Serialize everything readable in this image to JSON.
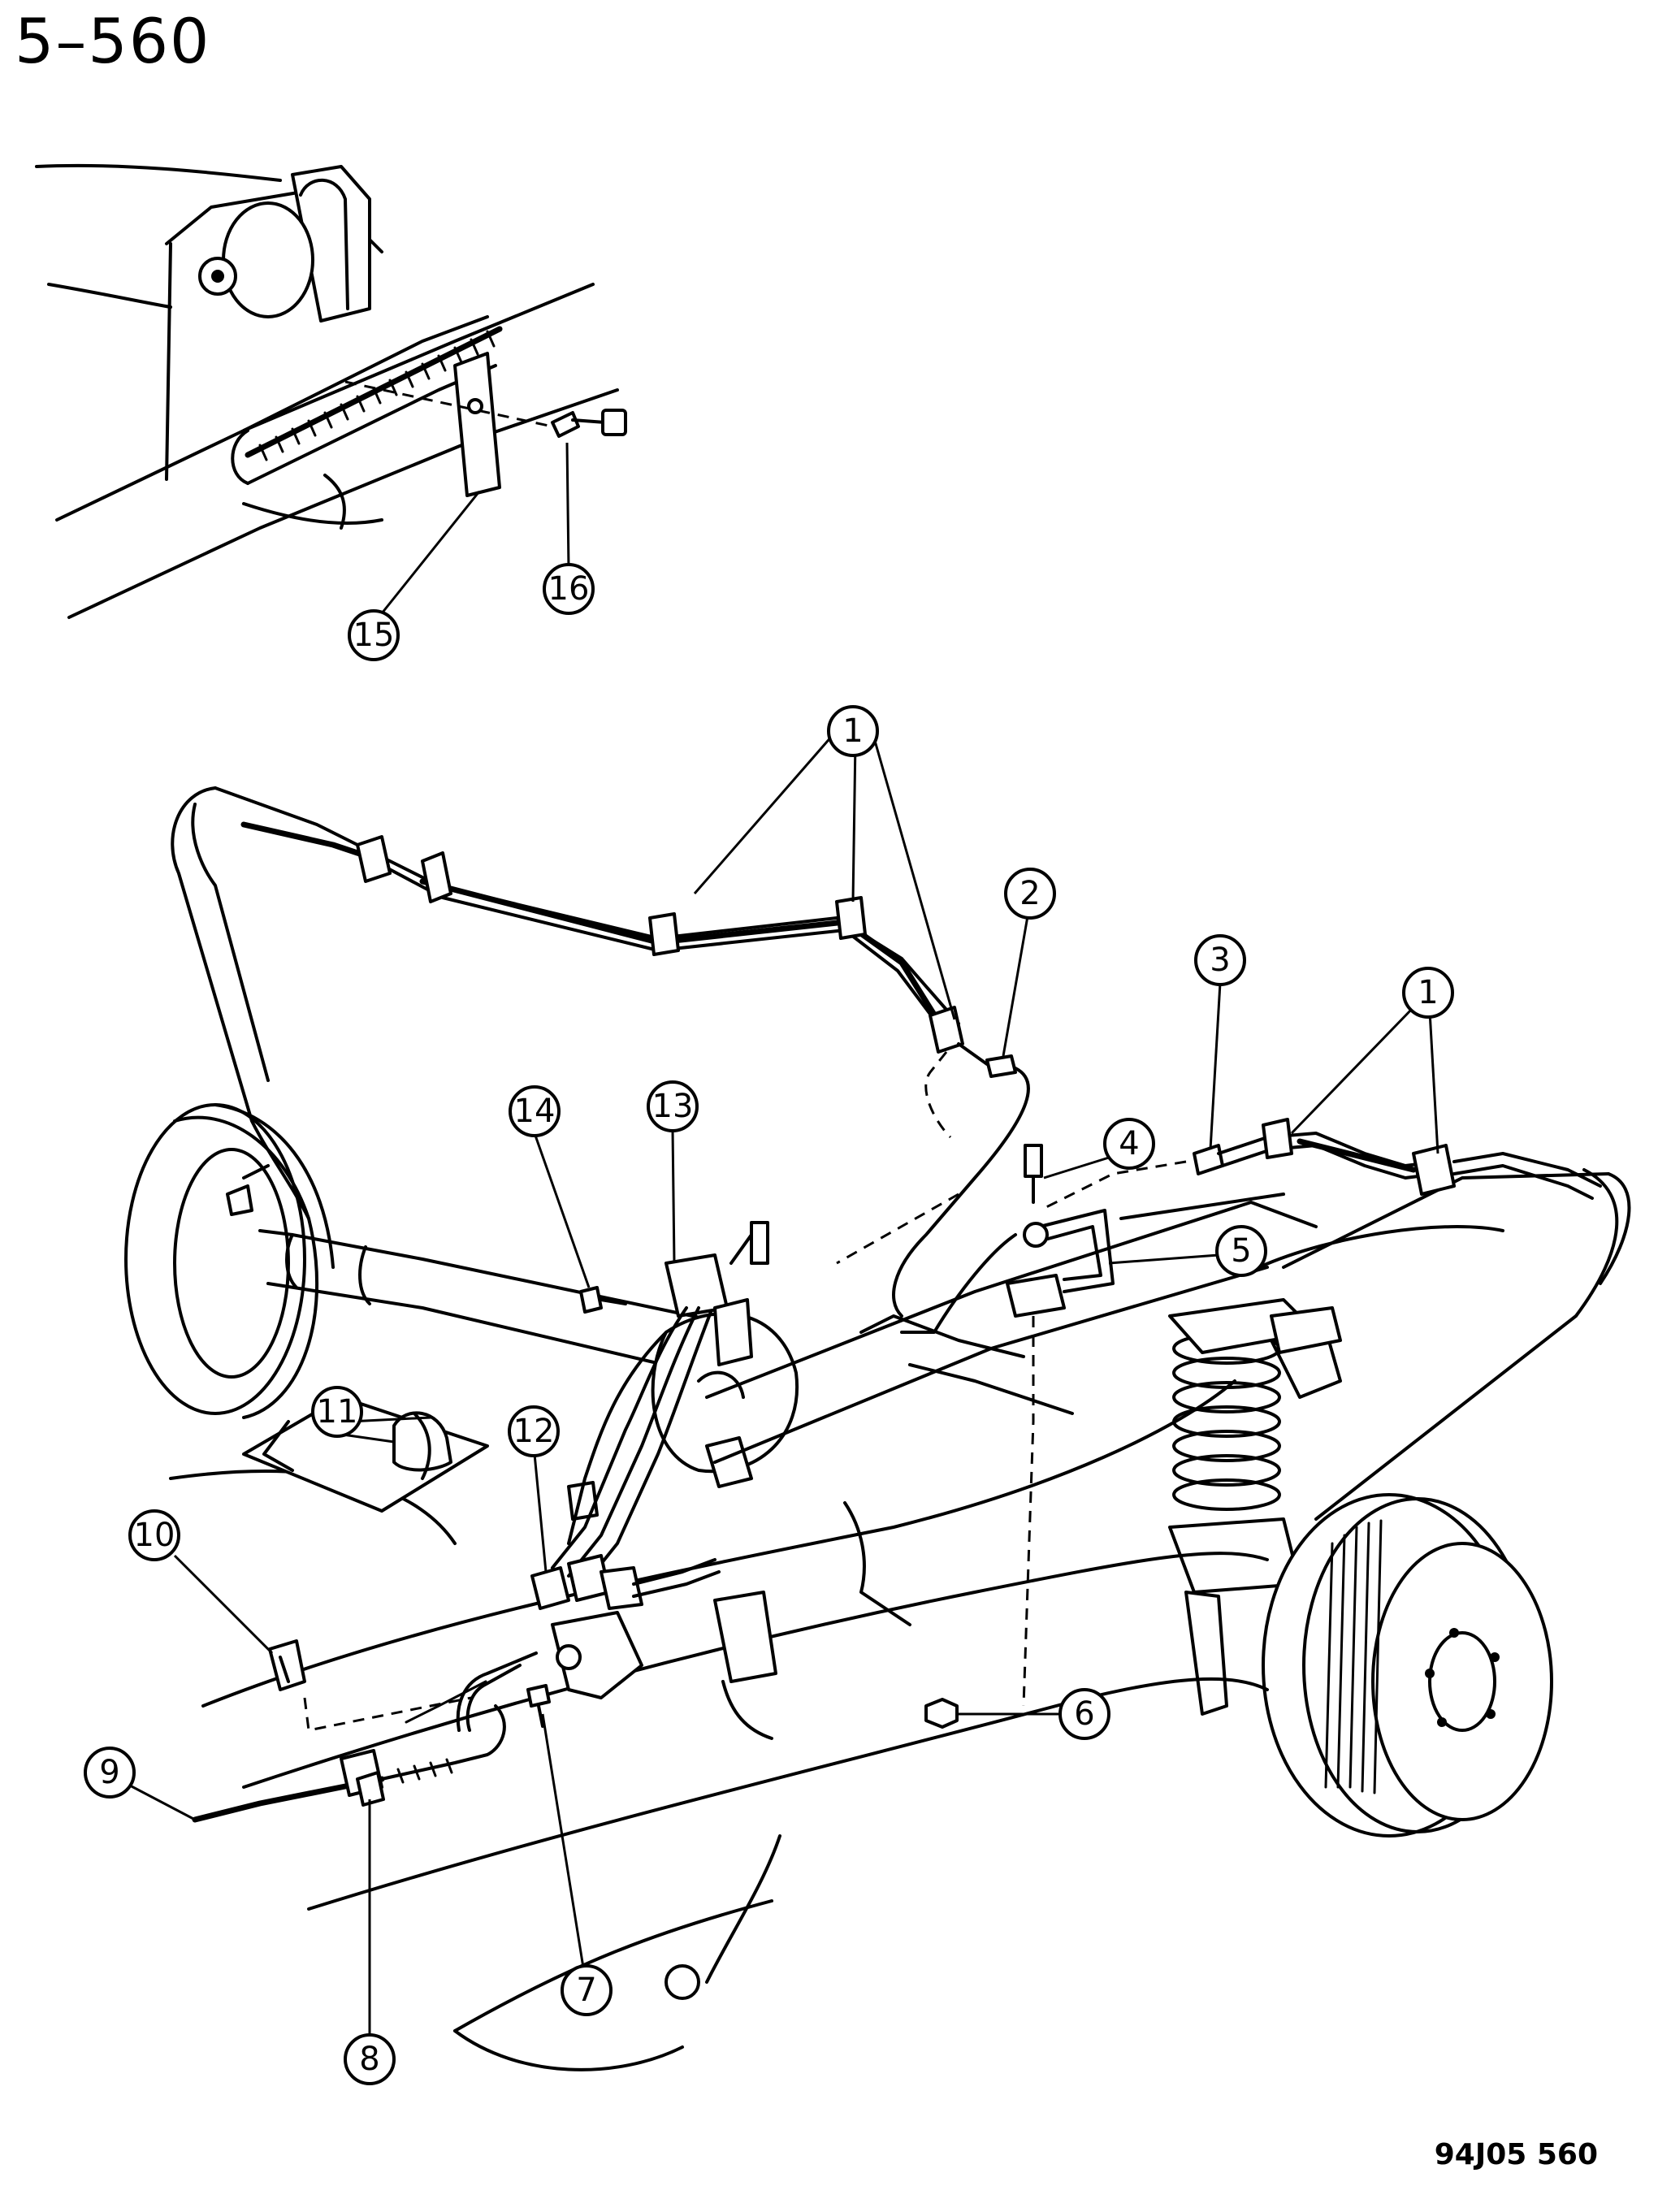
{
  "page": {
    "title": "5–560",
    "figure_code": "94J05 560"
  },
  "callouts": [
    {
      "id": "callout-1",
      "label": "1"
    },
    {
      "id": "callout-1b",
      "label": "1"
    },
    {
      "id": "callout-2",
      "label": "2"
    },
    {
      "id": "callout-3",
      "label": "3"
    },
    {
      "id": "callout-4",
      "label": "4"
    },
    {
      "id": "callout-5",
      "label": "5"
    },
    {
      "id": "callout-6",
      "label": "6"
    },
    {
      "id": "callout-7",
      "label": "7"
    },
    {
      "id": "callout-8",
      "label": "8"
    },
    {
      "id": "callout-9",
      "label": "9"
    },
    {
      "id": "callout-10",
      "label": "10"
    },
    {
      "id": "callout-11",
      "label": "11"
    },
    {
      "id": "callout-12",
      "label": "12"
    },
    {
      "id": "callout-13",
      "label": "13"
    },
    {
      "id": "callout-14",
      "label": "14"
    },
    {
      "id": "callout-15",
      "label": "15"
    },
    {
      "id": "callout-16",
      "label": "16"
    }
  ]
}
